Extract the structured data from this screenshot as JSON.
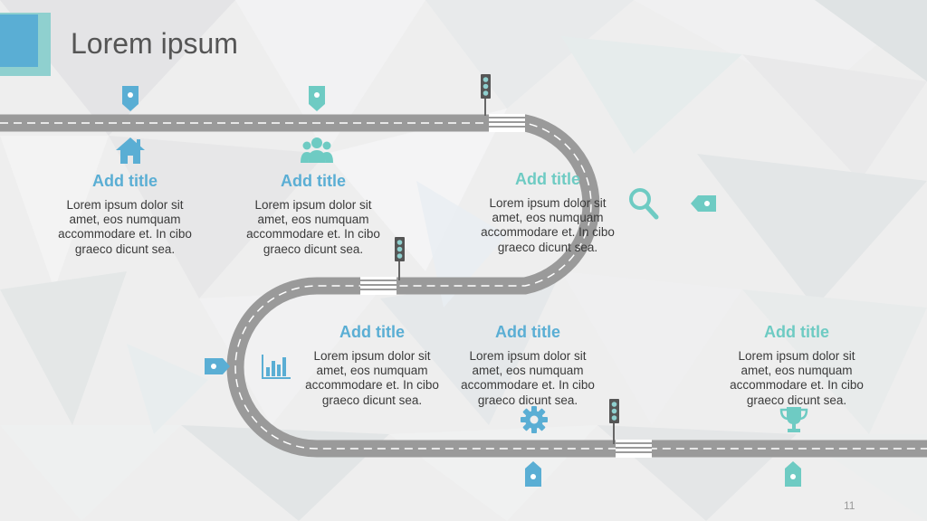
{
  "slide": {
    "title": "Lorem ipsum",
    "page_number": "11"
  },
  "colors": {
    "blue": "#5aaed4",
    "teal": "#6ecbc3",
    "road": "#9a9a9a",
    "lane": "#ffffff"
  },
  "milestones": [
    {
      "title": "Add title",
      "text": "Lorem ipsum dolor sit amet, eos numquam accommodare et. In cibo graeco dicunt sea.",
      "icon": "home-icon",
      "color": "blue"
    },
    {
      "title": "Add title",
      "text": "Lorem ipsum dolor sit amet, eos numquam accommodare et. In cibo graeco dicunt sea.",
      "icon": "users-icon",
      "color": "blue"
    },
    {
      "title": "Add title",
      "text": "Lorem ipsum dolor sit amet, eos numquam accommodare et. In cibo graeco dicunt sea.",
      "icon": "search-icon",
      "color": "teal"
    },
    {
      "title": "Add title",
      "text": "Lorem ipsum dolor sit amet, eos numquam accommodare et. In cibo graeco dicunt sea.",
      "icon": "bar-chart-icon",
      "color": "blue"
    },
    {
      "title": "Add title",
      "text": "Lorem ipsum dolor sit amet, eos numquam accommodare et. In cibo graeco dicunt sea.",
      "icon": "gear-icon",
      "color": "blue"
    },
    {
      "title": "Add title",
      "text": "Lorem ipsum dolor sit amet, eos numquam accommodare et. In cibo graeco dicunt sea.",
      "icon": "trophy-icon",
      "color": "teal"
    }
  ]
}
